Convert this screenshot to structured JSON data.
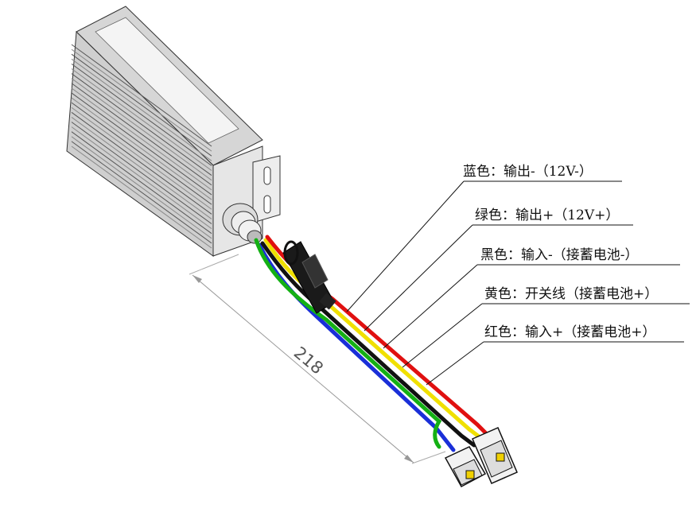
{
  "dimension": "218",
  "labels": [
    {
      "id": "blue",
      "text": "蓝色：输出-（12V-）"
    },
    {
      "id": "green",
      "text": "绿色：输出+（12V+）"
    },
    {
      "id": "black",
      "text": "黑色：输入-（接蓄电池-）"
    },
    {
      "id": "yellow",
      "text": "黄色：开关线（接蓄电池+）"
    },
    {
      "id": "red",
      "text": "红色：输入+（接蓄电池+）"
    }
  ],
  "wire_colors": {
    "red": "#e01010",
    "yellow": "#f0e000",
    "black": "#111111",
    "green": "#14b014",
    "blue": "#1a2fd8"
  }
}
